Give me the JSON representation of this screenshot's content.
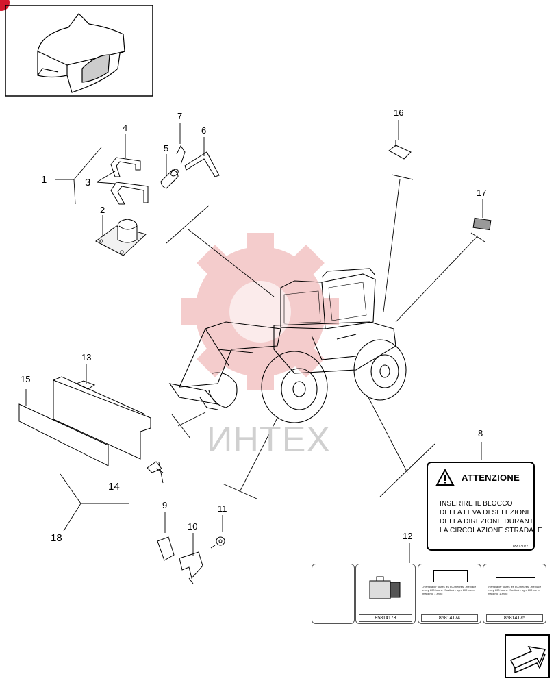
{
  "callouts": {
    "c1": "1",
    "c2": "2",
    "c3": "3",
    "c4": "4",
    "c5": "5",
    "c6": "6",
    "c7": "7",
    "c8": "8",
    "c9": "9",
    "c10": "10",
    "c11": "11",
    "c12": "12",
    "c13": "13",
    "c14": "14",
    "c15": "15",
    "c16": "16",
    "c17": "17",
    "c18": "18"
  },
  "warning_label": {
    "heading": "ATTENZIONE",
    "lines": [
      "INSERIRE IL BLOCCO",
      "DELLA LEVA DI SELEZIONE",
      "DELLA DIREZIONE DURANTE",
      "LA CIRCOLAZIONE STRADALE"
    ],
    "code": "85813027"
  },
  "decal_cards": [
    {
      "code": "85814173"
    },
    {
      "code": "85814174",
      "text": "-Remplacer toutes les 600 heures. -Replace every 600 hours. -Sostituire ogni 600 ore o massimo 1 anno"
    },
    {
      "code": "85814175",
      "text": "-Remplacer toutes les 600 heures. -Replace every 600 hours. -Sostituire ogni 600 ore o massimo 1 anno"
    }
  ],
  "watermark": {
    "text": "ИНТЕХ",
    "color": "#e8a0a0"
  },
  "icons": {
    "corner_badge": "red-circle-icon",
    "nav": "next-page-arrow-icon"
  }
}
